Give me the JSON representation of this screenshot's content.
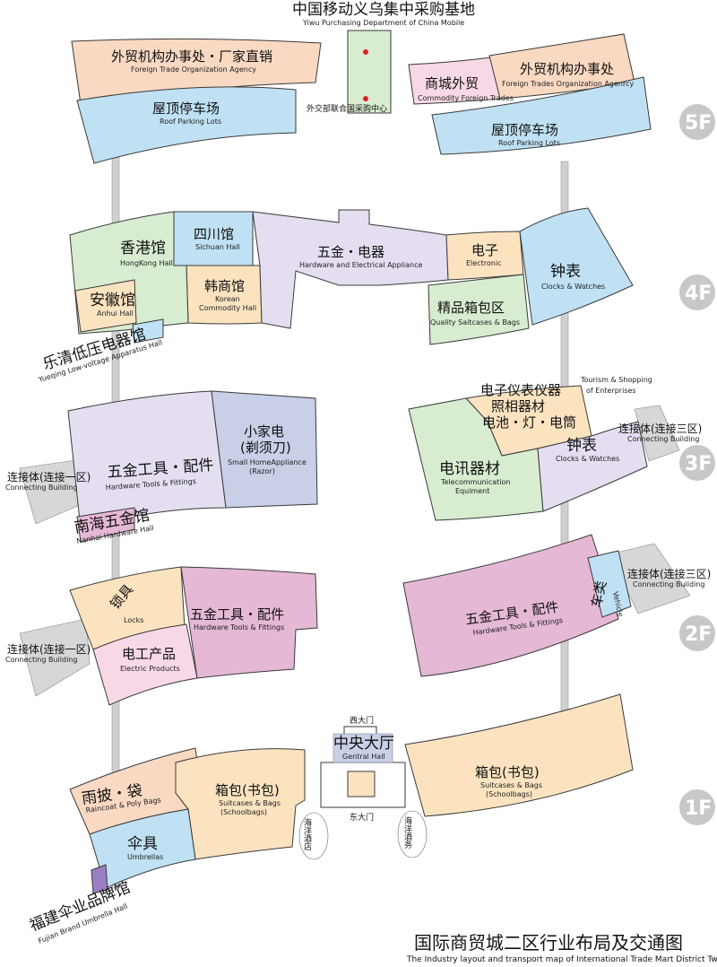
{
  "title": {
    "zh": "国际商贸城二区行业布局及交通图",
    "en": "The Industry layout and transport map of International Trade Mart District Two"
  },
  "colors": {
    "peach": "#f9d9c2",
    "blue": "#bfe1f3",
    "green": "#d8ecd0",
    "lavender": "#e4def0",
    "orange": "#fbe3c0",
    "pink": "#f7d8e6",
    "magenta": "#e5b8d5",
    "periwinkle": "#c8cfe7",
    "gray": "#d7d7d7",
    "badge": "#c8c8c8",
    "column": "#cfcfcf",
    "purple": "#9b7fc3"
  },
  "floors": [
    {
      "id": "5F",
      "badge": "5F",
      "labels": {
        "mobile_zh": "中国移动义乌集中采购基地",
        "mobile_en": "Yiwu Purchasing Department of China Mobile",
        "foreign_left_zh": "外贸机构办事处・厂家直销",
        "foreign_left_en": "Foreign Trade Organization Agency",
        "foreign_right_zh": "外贸机构办事处",
        "foreign_right_en": "Foreign Trades Organization Agenrcy",
        "commodity_zh": "商城外贸",
        "commodity_en": "Commodity Foreign Trades",
        "roof_left_zh": "屋顶停车场",
        "roof_left_en": "Roof Parking Lots",
        "roof_right_zh": "屋顶停车场",
        "roof_right_en": "Roof Parking Lots",
        "mfa_zh": "外交部联合国采购中心"
      }
    },
    {
      "id": "4F",
      "badge": "4F",
      "labels": {
        "hk_zh": "香港馆",
        "hk_en": "HongKong Hall",
        "sichuan_zh": "四川馆",
        "sichuan_en": "Sichuan Hall",
        "anhui_zh": "安徽馆",
        "anhui_en": "Anhui Hall",
        "korean_zh": "韩商馆",
        "korean_en1": "Korean",
        "korean_en2": "Commodity Hall",
        "hardware_zh": "五金・电器",
        "hardware_en": "Hardware and Electrical Appliance",
        "electronic_zh": "电子",
        "electronic_en": "Electronic",
        "clocks_zh": "钟表",
        "clocks_en": "Clocks & Watches",
        "suitcases_zh": "精品箱包区",
        "suitcases_en": "Quality Saitcases & Bags",
        "yueqing_zh": "乐清低压电器馆",
        "yueqing_en": "Yueqing Low-voltage Apparatus Hall"
      }
    },
    {
      "id": "3F",
      "badge": "3F",
      "labels": {
        "tools_zh": "五金工具・配件",
        "tools_en": "Hardware Tools & Fittings",
        "small_zh1": "小家电",
        "small_zh2": "(剃须刀)",
        "small_en1": "Small HomeAppliance",
        "small_en2": "(Razor)",
        "instruments_zh1": "电子仪表仪器",
        "instruments_zh2": "照相器材",
        "instruments_zh3": "电池・灯・电筒",
        "tourism_en1": "Tourism & Shopping",
        "tourism_en2": "of Enterprises",
        "telecom_zh": "电讯器材",
        "telecom_en1": "Telecommunication",
        "telecom_en2": "Equiment",
        "clocks_zh": "钟表",
        "clocks_en": "Clocks & Watches",
        "nanhai_zh": "南海五金馆",
        "nanhai_en": "Nanhai Hardware Hall",
        "connect_left_zh": "连接体(连接一区)",
        "connect_left_en": "Connecting Building",
        "connect_right_zh": "连接体(连接三区)",
        "connect_right_en": "Connecting Building"
      }
    },
    {
      "id": "2F",
      "badge": "2F",
      "labels": {
        "locks_zh": "锁具",
        "locks_en": "Locks",
        "electric_zh": "电工产品",
        "electric_en": "Electric Products",
        "tools_left_zh": "五金工具・配件",
        "tools_left_en": "Hardware Tools & Fittings",
        "tools_right_zh": "五金工具・配件",
        "tools_right_en": "Hardware Tools & Fittings",
        "vehicle_zh": "车类",
        "vehicle_en": "Vehicle",
        "connect_left_zh": "连接体(连接一区)",
        "connect_left_en": "Connecting Building",
        "connect_right_zh": "连接体(连接三区)",
        "connect_right_en": "Connecting Building"
      }
    },
    {
      "id": "1F",
      "badge": "1F",
      "labels": {
        "west_gate": "西大门",
        "central_zh": "中央大厅",
        "central_en": "Gentral Hall",
        "east_gate": "东大门",
        "raincoat_zh": "雨披・袋",
        "raincoat_en": "Raincoat & Poly Bags",
        "bags_left_zh": "箱包(书包)",
        "bags_left_en1": "Suitcases & Bags",
        "bags_left_en2": "(Schoolbags)",
        "bags_right_zh": "箱包(书包)",
        "bags_right_en1": "Suitcases & Bags",
        "bags_right_en2": "(Schoolbags)",
        "umbrellas_zh": "伞具",
        "umbrellas_en": "Umbrellas",
        "hotel_zh": "海洋酒店",
        "hotel_right_zh": "海洋酒务",
        "fujian_zh": "福建伞业品牌馆",
        "fujian_en": "Fujian Brand Umbrella Hall"
      }
    }
  ]
}
